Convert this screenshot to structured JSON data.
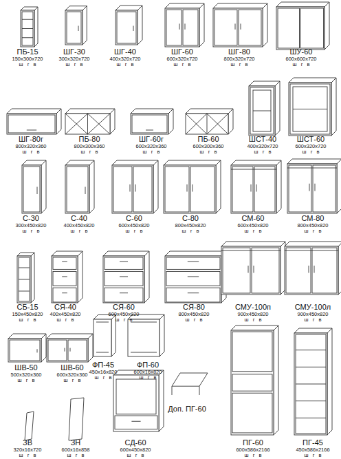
{
  "diagram": {
    "labels": [
      "ПБ-15",
      "150x300x720",
      "ш г в",
      "ШГ-30",
      "300x320x720",
      "ш г в",
      "ШГ-40",
      "400x320x720",
      "ш г в",
      "ШГ-60",
      "600x320x720",
      "ш г в",
      "ШГ-80",
      "800x320x720",
      "ш г в",
      "ШУ-60",
      "600x600x720",
      "ш г в",
      "ШГ-80г",
      "800x320x360",
      "ш г в",
      "ПБ-80",
      "800x300x360",
      "ш г в",
      "ШГ-60г",
      "600x320x360",
      "ш г в",
      "ПБ-60",
      "600x300x360",
      "ш г в",
      "ШСТ-40",
      "400x320x720",
      "ш г в",
      "ШСТ-60",
      "600x320x720",
      "ш г в",
      "С-30",
      "300x450x820",
      "ш г в",
      "С-40",
      "400x450x820",
      "ш г в",
      "С-60",
      "600x450x820",
      "ш г в",
      "С-80",
      "800x450x820",
      "ш г в",
      "СМ-60",
      "600x450x820",
      "ш г в",
      "СМ-80",
      "800x450x820",
      "ш г в",
      "СБ-15",
      "150x450x820",
      "ш г в",
      "СЯ-40",
      "400x450x820",
      "ш г в",
      "СЯ-60",
      "600x450x820",
      "ш г в",
      "СЯ-80",
      "800x450x820",
      "ш г в",
      "СМУ-100п",
      "900x450x820",
      "ш г в",
      "СМУ-100л",
      "900x450x820",
      "ш г в",
      "ШВ-50",
      "500x320x360",
      "ш г в",
      "ШВ-60",
      "600x320x360",
      "ш г в",
      "ФП-45",
      "450x16x820",
      "ш г в",
      "ФП-60",
      "600x16x820",
      "ш г в",
      "Доп. ПГ-60",
      "ПГ-60",
      "600x586x2166",
      "ш г в",
      "ПГ-45",
      "450x586x2166",
      "ш г в",
      "ЗВ",
      "320x16x720",
      "ш г в",
      "ЗН",
      "600x16x858",
      "ш г в",
      "СД-60",
      "600x450x820",
      "ш г в"
    ]
  }
}
